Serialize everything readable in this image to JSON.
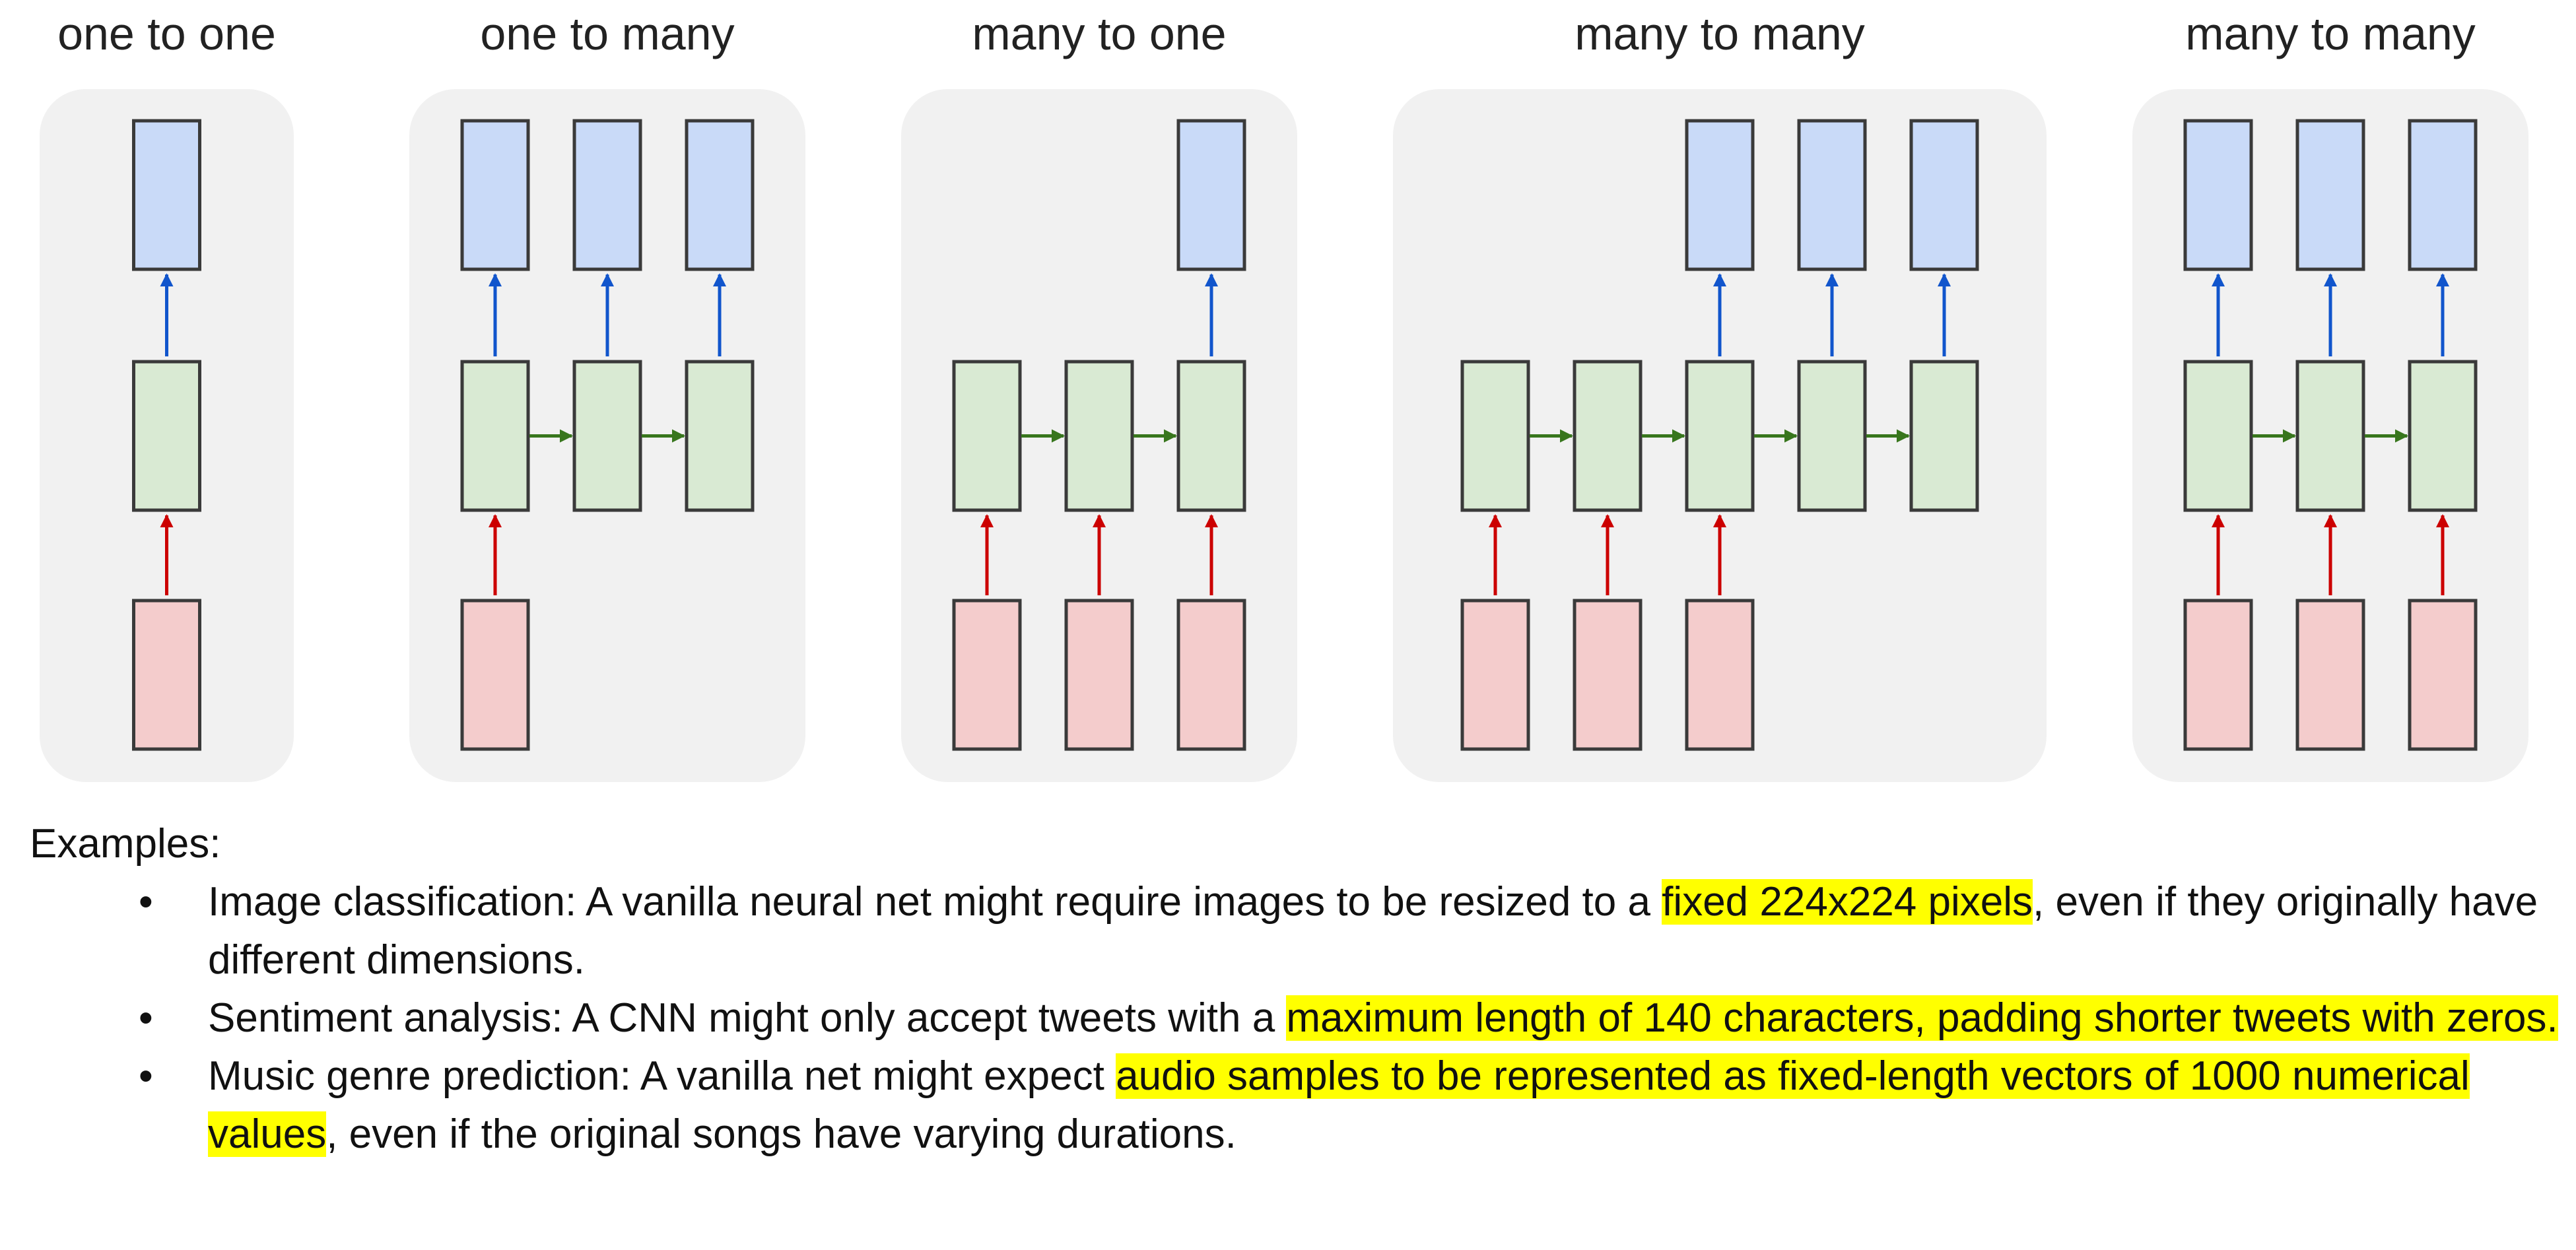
{
  "diagram": {
    "colors": {
      "panel": "#f1f1f1",
      "output_box": "#c9daf8",
      "hidden_box": "#d9ead3",
      "input_box": "#f4cccc",
      "box_border": "#3a3a3a",
      "input_arrow": "#cc0000",
      "output_arrow": "#1155cc",
      "recurrent_arrow": "#38761d"
    },
    "panels": [
      {
        "title": "one to one",
        "columns": 1,
        "inputs": [
          true
        ],
        "outputs": [
          true
        ]
      },
      {
        "title": "one to many",
        "columns": 3,
        "inputs": [
          true,
          false,
          false
        ],
        "outputs": [
          true,
          true,
          true
        ]
      },
      {
        "title": "many to one",
        "columns": 3,
        "inputs": [
          true,
          true,
          true
        ],
        "outputs": [
          false,
          false,
          true
        ]
      },
      {
        "title": "many to many",
        "columns": 5,
        "inputs": [
          true,
          true,
          true,
          false,
          false
        ],
        "outputs": [
          false,
          false,
          true,
          true,
          true
        ]
      },
      {
        "title": "many to many",
        "columns": 3,
        "inputs": [
          true,
          true,
          true
        ],
        "outputs": [
          true,
          true,
          true
        ]
      }
    ]
  },
  "examples": {
    "heading": "Examples:",
    "bullet": "•",
    "items": [
      {
        "segments": [
          {
            "text": "Image classification: A vanilla neural net might require images to be resized to a ",
            "highlight": false
          },
          {
            "text": "fixed 224x224 pixels",
            "highlight": true
          },
          {
            "text": ", even if they originally have different dimensions.",
            "highlight": false
          }
        ]
      },
      {
        "segments": [
          {
            "text": "Sentiment analysis: A CNN might only accept tweets with a ",
            "highlight": false
          },
          {
            "text": "maximum length of 140 characters, padding shorter tweets with zeros.",
            "highlight": true
          }
        ]
      },
      {
        "segments": [
          {
            "text": "Music genre prediction: A vanilla net might expect ",
            "highlight": false
          },
          {
            "text": "audio samples to be represented as fixed-length vectors of 1000 numerical values",
            "highlight": true
          },
          {
            "text": ", even if the original songs have varying durations.",
            "highlight": false
          }
        ]
      }
    ]
  }
}
